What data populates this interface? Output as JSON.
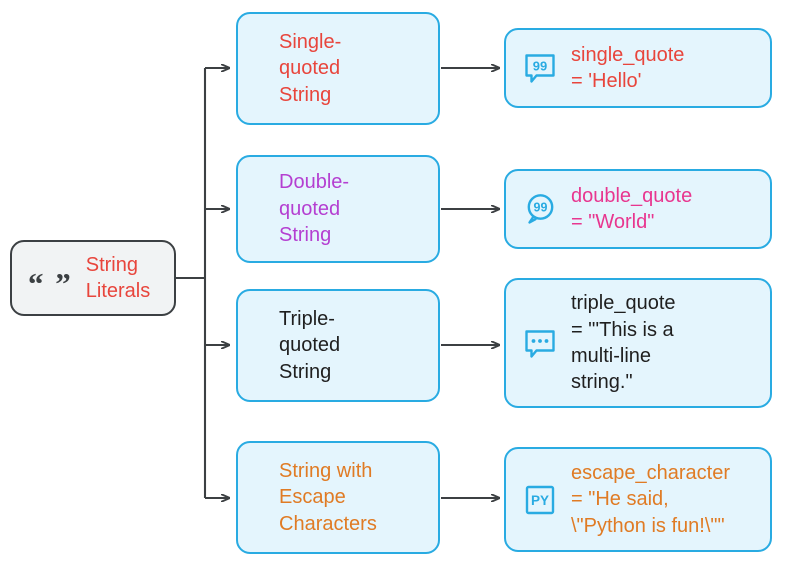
{
  "diagram": {
    "type": "mind-map",
    "root": {
      "label": "String\nLiterals",
      "icon": "double-quote-icon",
      "icon_glyph": "“ ”",
      "text_color": "#e8453c",
      "fill": "#f1f3f4",
      "border": "#3c4043"
    },
    "branch_fill": "#e4f5fd",
    "branch_border": "#29abe2",
    "branches": [
      {
        "category_label": "Single-\nquoted\nString",
        "category_color": "#e8453c",
        "detail_icon": "speech-bubble-quote-rect-icon",
        "detail_icon_text": "99",
        "detail_label": "single_quote\n= 'Hello'",
        "detail_color": "#e8453c"
      },
      {
        "category_label": "Double-\nquoted\nString",
        "category_color": "#b43fd1",
        "detail_icon": "speech-bubble-quote-round-icon",
        "detail_icon_text": "99",
        "detail_label": "double_quote\n= \"World\"",
        "detail_color": "#e8368f"
      },
      {
        "category_label": "Triple-\nquoted\nString",
        "category_color": "#1f1f1f",
        "detail_icon": "speech-bubble-ellipsis-icon",
        "detail_icon_text": "...",
        "detail_label": "triple_quote\n= \"'This is a\nmulti-line\nstring.\"",
        "detail_color": "#1f1f1f"
      },
      {
        "category_label": "String with\nEscape\nCharacters",
        "category_color": "#e07b24",
        "detail_icon": "python-badge-icon",
        "detail_icon_text": "PY",
        "detail_label": "escape_character\n= \"He said,\n\\\"Python is fun!\\\"\"",
        "detail_color": "#e07b24"
      }
    ]
  }
}
